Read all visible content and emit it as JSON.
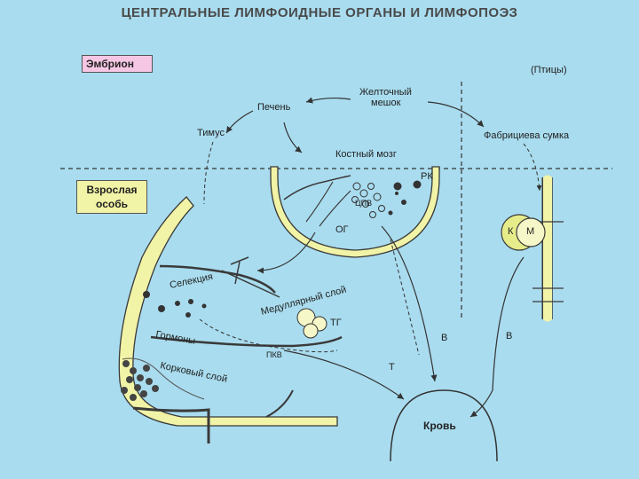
{
  "title": "ЦЕНТРАЛЬНЫЕ ЛИМФОИДНЫЕ ОРГАНЫ И ЛИМФОПОЭЗ",
  "embryo_label": "Эмбрион",
  "adult_label_line1": "Взрослая",
  "adult_label_line2": "особь",
  "birds_label": "(Птицы)",
  "labels": {
    "yolk_sac_line1": "Желточный",
    "yolk_sac_line2": "мешок",
    "liver": "Печень",
    "thymus": "Тимус",
    "bursa": "Фабрициева сумка",
    "bone_marrow": "Костный мозг",
    "rk": "РК",
    "cpv": "ЦПВ",
    "og": "ОГ",
    "k": "К",
    "m": "М",
    "selection": "Селекция",
    "medullary": "Медуллярный слой",
    "tg": "ТГ",
    "hormones": "Гормоны",
    "pkv": "ПКВ",
    "cortical": "Корковый слой",
    "b1": "В",
    "b2": "В",
    "t": "Т",
    "blood": "Кровь"
  },
  "colors": {
    "background": "#a9dcef",
    "tissue_fill": "#f1f3a6",
    "tissue_stroke": "#3a3a3a",
    "embryo_box": "#f6c7e4",
    "lymph_node": "#e6ec8a"
  }
}
